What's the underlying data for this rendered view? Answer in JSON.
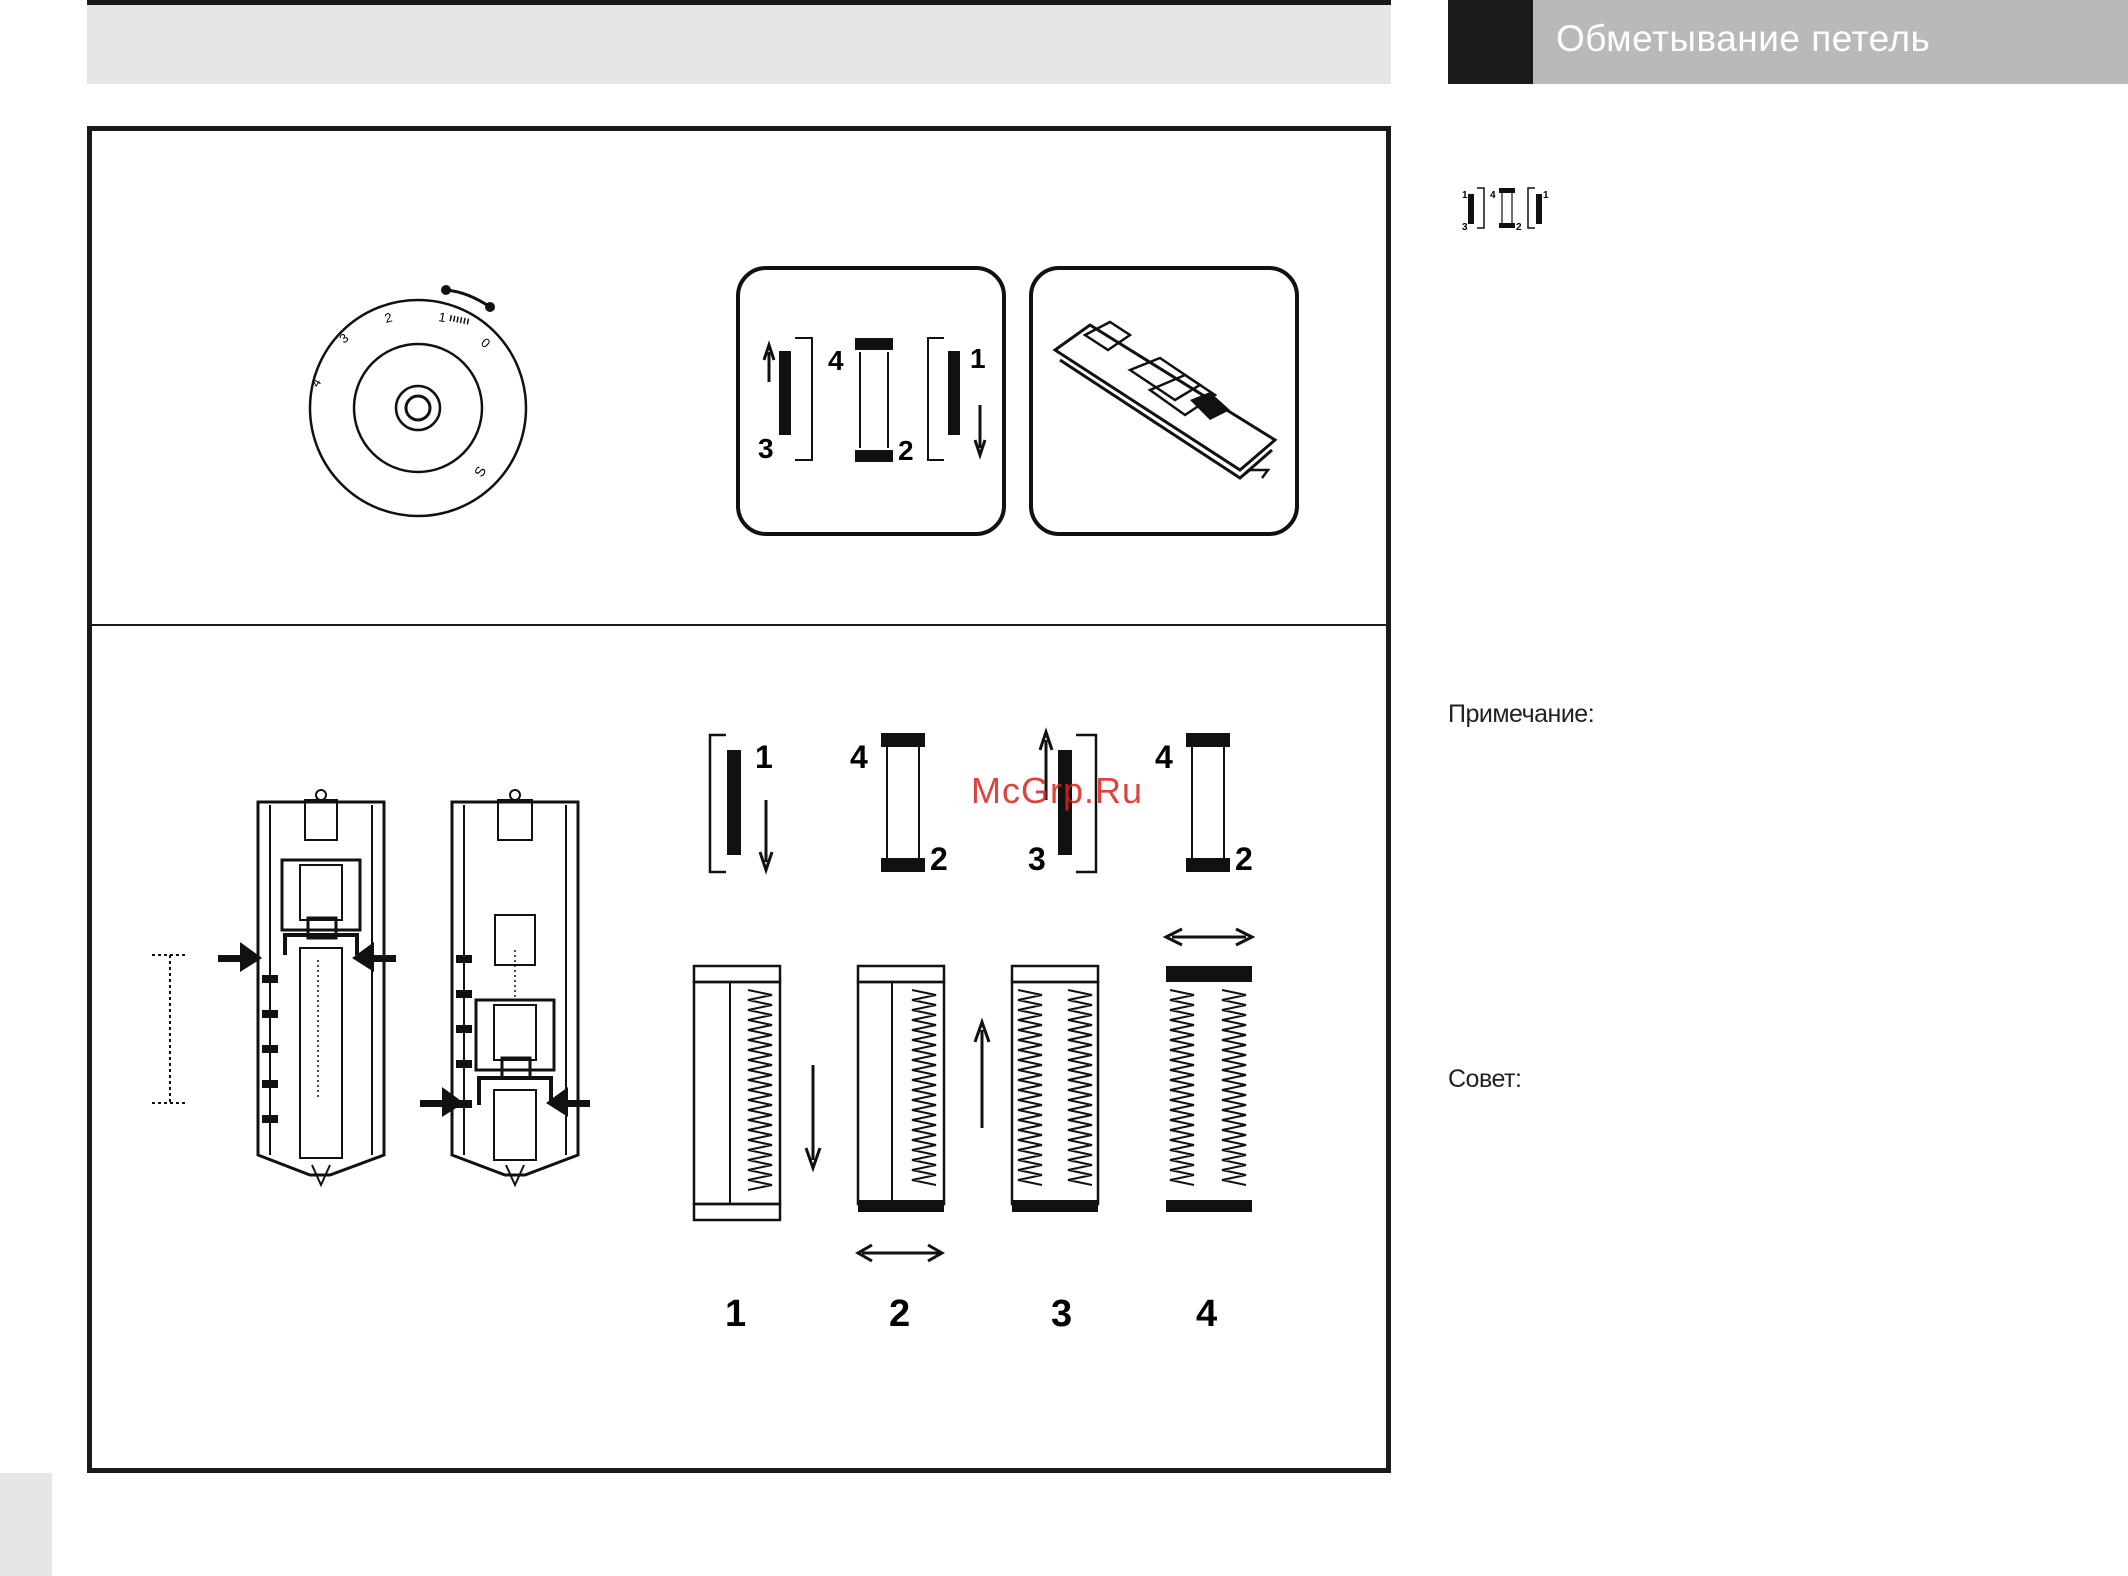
{
  "header": {
    "title": "Обметывание петель"
  },
  "notes": {
    "note_label": "Примечание:",
    "tip_label": "Совет:"
  },
  "watermark": "McGrp.Ru",
  "dial": {
    "ticks": [
      "4",
      "3",
      "2",
      "1",
      "0",
      "S"
    ]
  },
  "pattern_steps": {
    "labels": [
      "1",
      "2",
      "3",
      "4"
    ]
  },
  "step_captions": [
    "1",
    "2",
    "3",
    "4"
  ]
}
